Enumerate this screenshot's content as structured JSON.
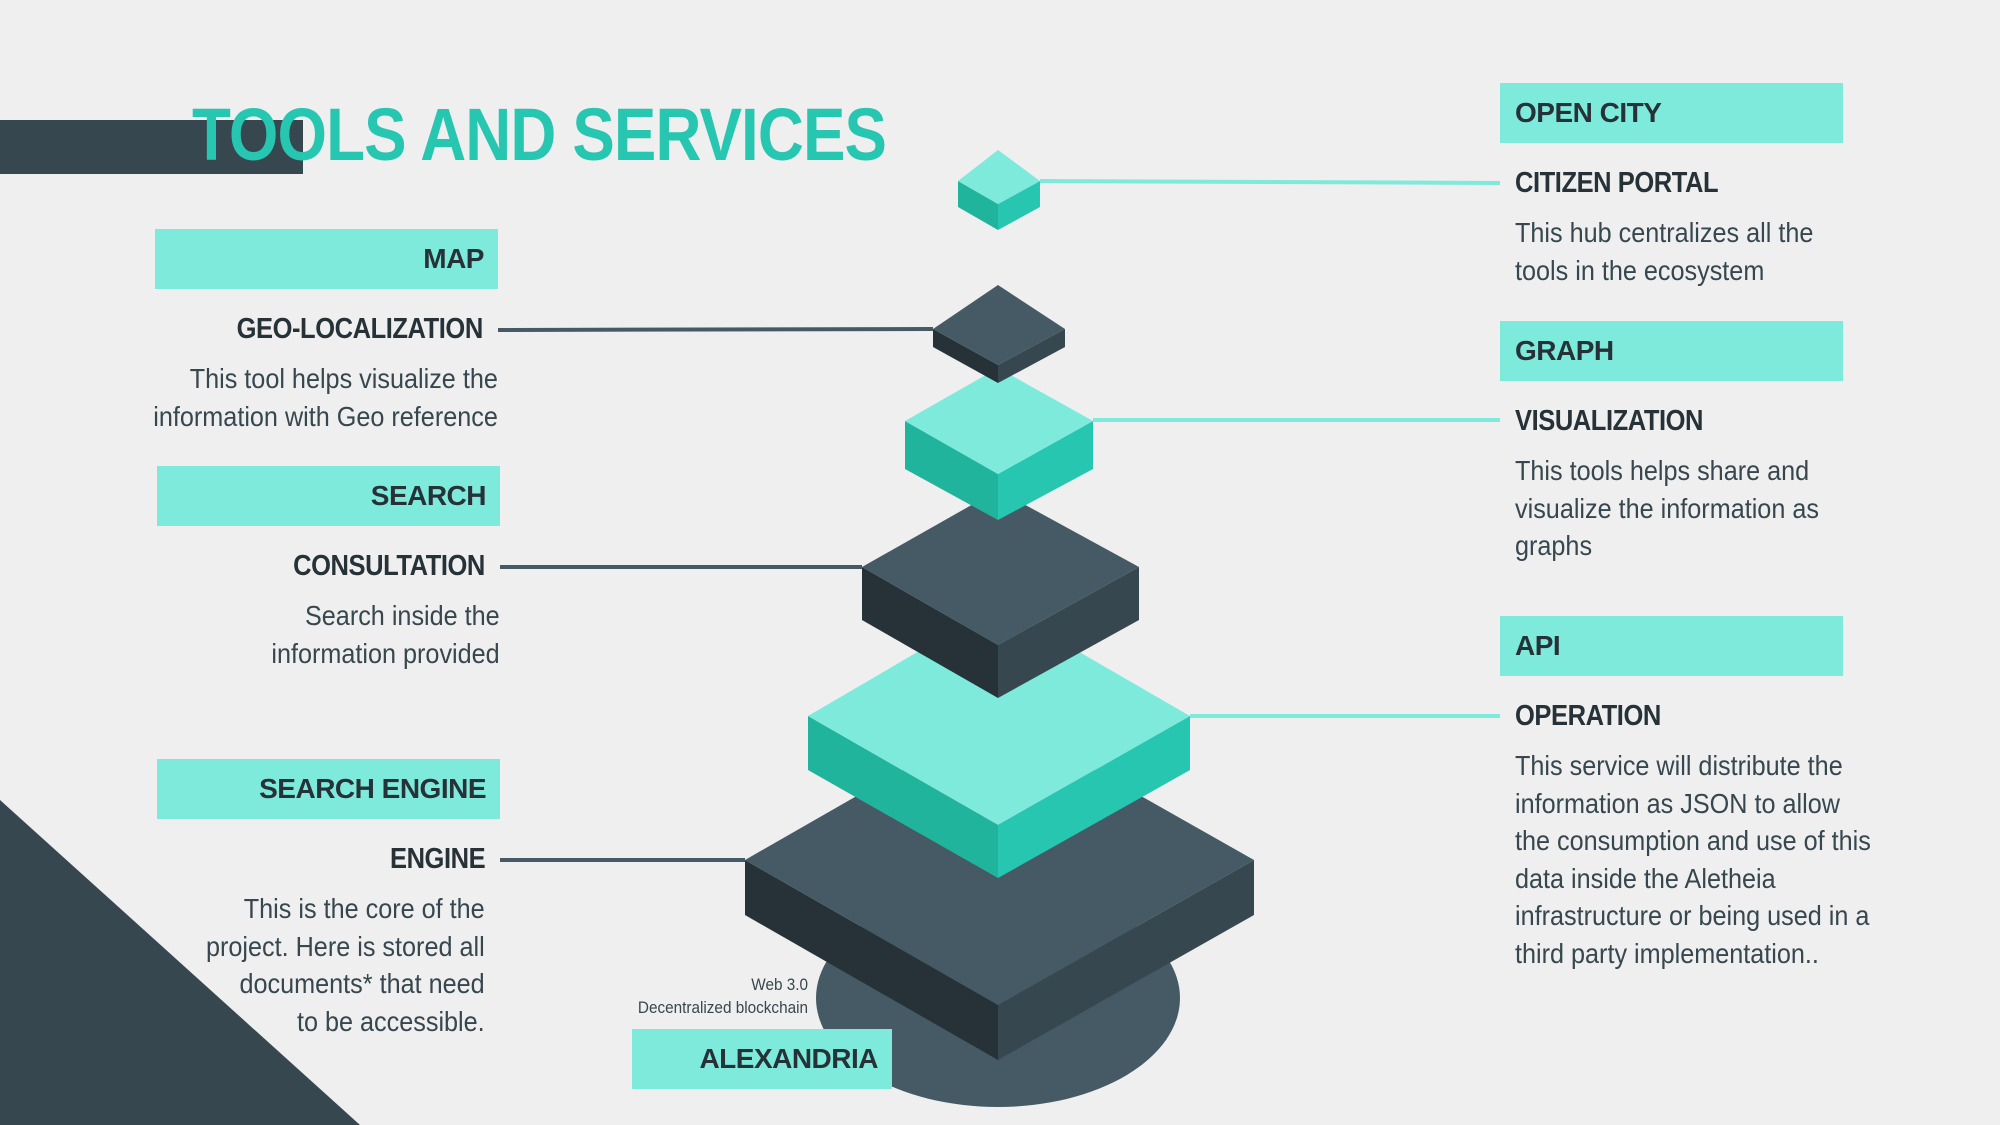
{
  "title": "TOOLS AND SERVICES",
  "colors": {
    "teal_light": "#7eeadb",
    "teal_mid": "#26c6b0",
    "teal_dark": "#20b49c",
    "slate": "#455a64",
    "slate_dark": "#263238",
    "background": "#efefef"
  },
  "left_items": [
    {
      "label": "MAP",
      "subtitle": "GEO-LOCALIZATION",
      "description": "This tool helps visualize the\ninformation with Geo reference"
    },
    {
      "label": "SEARCH",
      "subtitle": "CONSULTATION",
      "description": "Search inside the\ninformation provided"
    },
    {
      "label": "SEARCH ENGINE",
      "subtitle": "ENGINE",
      "description": "This is the core of the\nproject. Here is stored all\ndocuments* that need\nto  be accessible."
    }
  ],
  "right_items": [
    {
      "label": "OPEN CITY",
      "subtitle": "CITIZEN PORTAL",
      "description": "This hub centralizes all the\ntools in the ecosystem"
    },
    {
      "label": "GRAPH",
      "subtitle": "VISUALIZATION",
      "description": "This tools helps share and\nvisualize the information as\ngraphs"
    },
    {
      "label": "API",
      "subtitle": "OPERATION",
      "description": "This service will distribute the\ninformation as JSON to allow\nthe consumption and use of this\ndata inside the Aletheia\ninfrastructure or being used in a\nthird party implementation.."
    }
  ],
  "base": {
    "label": "ALEXANDRIA",
    "note": "Web 3.0\nDecentralized blockchain"
  }
}
